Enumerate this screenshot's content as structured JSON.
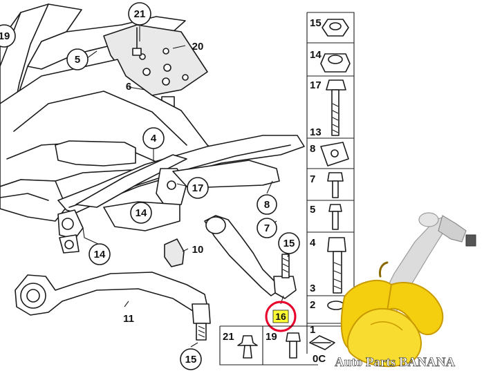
{
  "callouts": {
    "c19": "19",
    "c21": "21",
    "c20": "20",
    "c5": "5",
    "c6": "6",
    "c4": "4",
    "c17": "17",
    "c14a": "14",
    "c14b": "14",
    "c8": "8",
    "c7": "7",
    "c10": "10",
    "c15a": "15",
    "c11": "11",
    "c15b": "15"
  },
  "highlighted_part": {
    "label": "16",
    "highlight_color": "#ffff33",
    "ring_color": "#e8002a"
  },
  "side_panel": [
    "15",
    "14",
    "17",
    "13",
    "8",
    "7",
    "5",
    "4",
    "3",
    "2",
    "1"
  ],
  "bottom_panel": {
    "left_label": "21",
    "right_label": "19",
    "code": "0C"
  },
  "watermark": {
    "text": "Auto Parts BANANA"
  },
  "colors": {
    "banana": "#f4cf10",
    "banana_dark": "#c99a00",
    "line": "#1a1a1a"
  }
}
